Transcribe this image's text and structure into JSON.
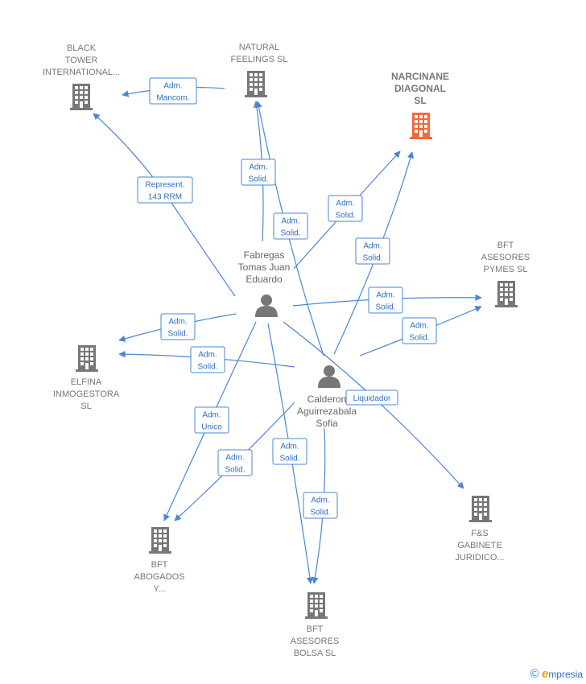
{
  "colors": {
    "edge": "#4a86d4",
    "company": "#777777",
    "company_focus": "#f26a3b",
    "person": "#777777"
  },
  "nodes": {
    "black_tower": {
      "type": "company",
      "label": [
        "BLACK",
        "TOWER",
        "INTERNATIONAL..."
      ],
      "icon": "building-icon"
    },
    "natural_feelings": {
      "type": "company",
      "label": [
        "NATURAL",
        "FEELINGS SL"
      ],
      "icon": "building-icon"
    },
    "narcinane": {
      "type": "company",
      "focus": true,
      "label": [
        "NARCINANE",
        "DIAGONAL",
        "SL"
      ],
      "icon": "building-icon"
    },
    "bft_pymes": {
      "type": "company",
      "label": [
        "BFT",
        "ASESORES",
        "PYMES  SL"
      ],
      "icon": "building-icon"
    },
    "elfina": {
      "type": "company",
      "label": [
        "ELFINA",
        "INMOGESTORA",
        "SL"
      ],
      "icon": "building-icon"
    },
    "fs_gabinete": {
      "type": "company",
      "label": [
        "F&S",
        "GABINETE",
        "JURIDICO..."
      ],
      "icon": "building-icon"
    },
    "bft_abogados": {
      "type": "company",
      "label": [
        "BFT",
        "ABOGADOS",
        "Y..."
      ],
      "icon": "building-icon"
    },
    "bft_bolsa": {
      "type": "company",
      "label": [
        "BFT",
        "ASESORES",
        "BOLSA SL"
      ],
      "icon": "building-icon"
    },
    "fabregas": {
      "type": "person",
      "label": [
        "Fabregas",
        "Tomas Juan",
        "Eduardo"
      ],
      "icon": "person-icon"
    },
    "calderon": {
      "type": "person",
      "label": [
        "Calderon",
        "Aguirrezabala",
        "Sofia"
      ],
      "icon": "person-icon"
    }
  },
  "edges": [
    {
      "id": "e1",
      "from": "natural_feelings",
      "to": "black_tower",
      "label": [
        "Adm.",
        "Mancom."
      ]
    },
    {
      "id": "e2",
      "from": "fabregas",
      "to": "black_tower",
      "label": [
        "Represent.",
        "143 RRM"
      ]
    },
    {
      "id": "e3",
      "from": "fabregas",
      "to": "natural_feelings",
      "label": [
        "Adm.",
        "Solid."
      ]
    },
    {
      "id": "e4",
      "from": "calderon",
      "to": "natural_feelings",
      "label": [
        "Adm.",
        "Solid."
      ]
    },
    {
      "id": "e5",
      "from": "fabregas",
      "to": "narcinane",
      "label": [
        "Adm.",
        "Solid."
      ]
    },
    {
      "id": "e6",
      "from": "calderon",
      "to": "narcinane",
      "label": [
        "Adm.",
        "Solid."
      ]
    },
    {
      "id": "e7",
      "from": "fabregas",
      "to": "bft_pymes",
      "label": [
        "Adm.",
        "Solid."
      ]
    },
    {
      "id": "e8",
      "from": "calderon",
      "to": "bft_pymes",
      "label": [
        "Adm.",
        "Solid."
      ]
    },
    {
      "id": "e9",
      "from": "fabregas",
      "to": "elfina",
      "label": [
        "Adm.",
        "Solid."
      ]
    },
    {
      "id": "e10",
      "from": "calderon",
      "to": "elfina",
      "label": [
        "Adm.",
        "Solid."
      ]
    },
    {
      "id": "e11",
      "from": "fabregas",
      "to": "fs_gabinete",
      "label": [
        "Liquidador"
      ]
    },
    {
      "id": "e12",
      "from": "fabregas",
      "to": "bft_abogados",
      "label": [
        "Adm.",
        "Unico"
      ]
    },
    {
      "id": "e13",
      "from": "calderon",
      "to": "bft_abogados",
      "label": [
        "Adm.",
        "Solid."
      ]
    },
    {
      "id": "e14",
      "from": "fabregas",
      "to": "bft_bolsa",
      "label": [
        "Adm.",
        "Solid."
      ]
    },
    {
      "id": "e15",
      "from": "calderon",
      "to": "bft_bolsa",
      "label": [
        "Adm.",
        "Solid."
      ]
    }
  ],
  "watermark": {
    "symbol": "©",
    "brand_initial": "e",
    "brand_rest": "mpresia"
  }
}
